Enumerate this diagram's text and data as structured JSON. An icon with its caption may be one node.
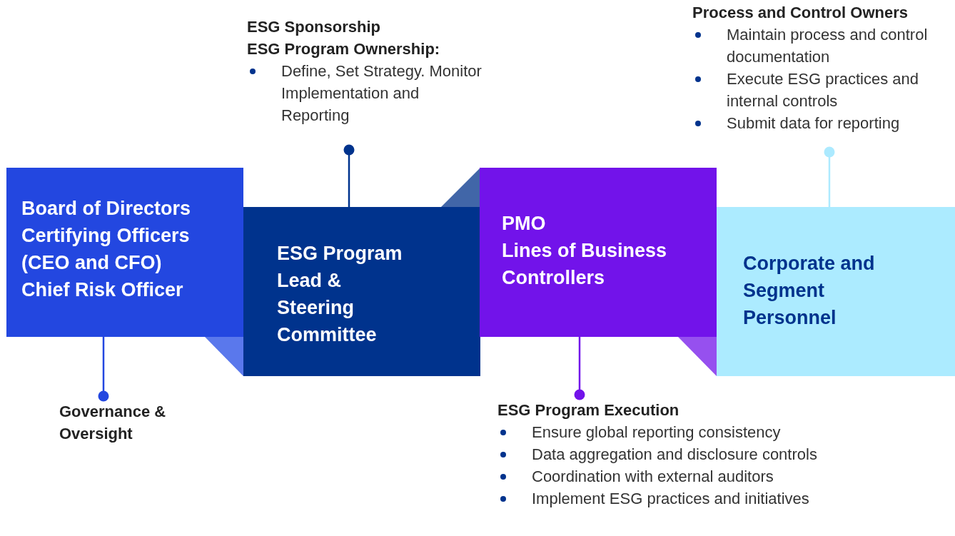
{
  "diagram": {
    "nodes": [
      {
        "text": [
          "Board of Directors",
          "Certifying Officers (CEO and CFO)",
          "Chief Risk Officer"
        ]
      },
      {
        "text": [
          "ESG Program Lead & Steering Committee"
        ]
      },
      {
        "text": [
          "PMO",
          "Lines of Business Controllers"
        ]
      },
      {
        "text": [
          "Corporate and Segment Personnel"
        ]
      },
      {
        "text": [
          "Governance & Oversight"
        ]
      },
      {
        "text": [
          "ESG Sponsorship",
          "ESG Program Ownership:",
          "Define, Set Strategy. Monitor Implementation and Reporting"
        ]
      },
      {
        "text": [
          "ESG Program Execution",
          "Ensure global reporting consistency",
          "Data aggregation and disclosure controls",
          "Coordination with external auditors",
          "Implement ESG practices and initiatives"
        ]
      },
      {
        "text": [
          "Process and Control Owners",
          "Maintain process and control documentation",
          "Execute ESG practices and internal controls",
          "Submit data for reporting"
        ]
      }
    ],
    "edges": [
      {
        "from": 0,
        "to": 4,
        "arrow": "other",
        "color": "#2347e0"
      },
      {
        "from": 1,
        "to": 5,
        "arrow": "other",
        "color": "#00338d"
      },
      {
        "from": 2,
        "to": 6,
        "arrow": "other",
        "color": "#7213ea"
      },
      {
        "from": 3,
        "to": 7,
        "arrow": "other",
        "color": "#aceaff"
      }
    ]
  }
}
